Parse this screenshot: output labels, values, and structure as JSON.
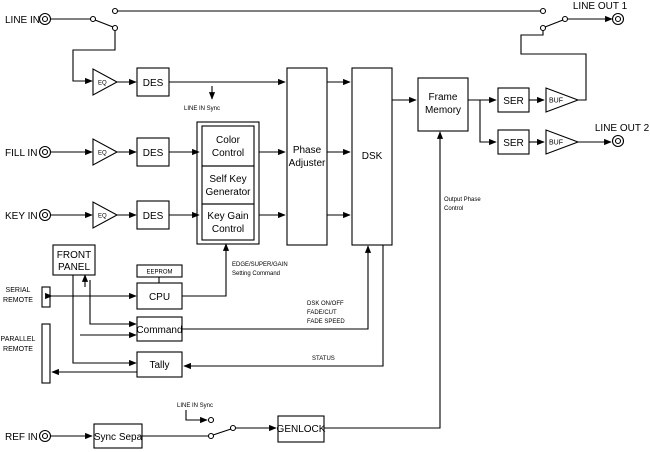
{
  "io": {
    "line_in": "LINE IN",
    "fill_in": "FILL IN",
    "key_in": "KEY IN",
    "ref_in": "REF IN",
    "line_out_1": "LINE OUT 1",
    "line_out_2": "LINE OUT 2",
    "serial_remote": [
      "SERIAL",
      "REMOTE"
    ],
    "parallel_remote": [
      "PARALLEL",
      "REMOTE"
    ]
  },
  "blocks": {
    "eq": "EQ",
    "des": "DES",
    "color_control": [
      "Color",
      "Control"
    ],
    "self_key_generator": [
      "Self Key",
      "Generator"
    ],
    "key_gain_control": [
      "Key Gain",
      "Control"
    ],
    "phase_adjuster": [
      "Phase",
      "Adjuster"
    ],
    "dsk": "DSK",
    "frame_memory": [
      "Frame",
      "Memory"
    ],
    "ser": "SER",
    "buf": "BUF",
    "front_panel": [
      "FRONT",
      "PANEL"
    ],
    "eeprom": "EEPROM",
    "cpu": "CPU",
    "command": "Command",
    "tally": "Tally",
    "sync_sepa": "Sync Sepa",
    "genlock": "GENLOCK"
  },
  "labels": {
    "line_in_sync": "LINE IN Sync",
    "line_in_sync_ref": "LINE IN Sync",
    "output_phase_control": [
      "Output Phase",
      "Control"
    ],
    "edge_super_gain": [
      "EDGE/SUPER/GAIN",
      "Setting Command"
    ],
    "dsk_commands": [
      "DSK ON/OFF",
      "FADE/CUT",
      "FADE SPEED"
    ],
    "status": "STATUS"
  }
}
